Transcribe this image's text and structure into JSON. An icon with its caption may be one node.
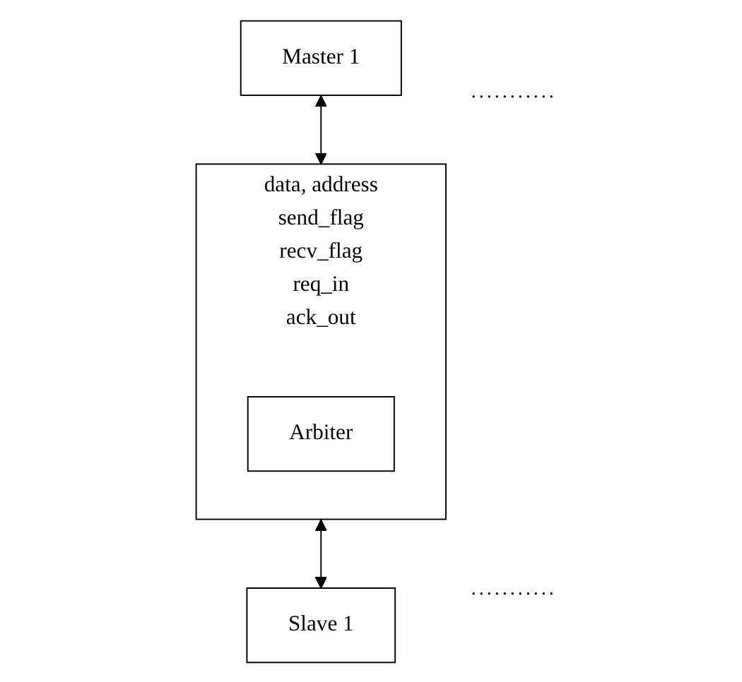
{
  "diagram": {
    "nodes": [
      {
        "text": [
          "Master 1"
        ]
      },
      {
        "text": [
          "data, address",
          "send_flag",
          "recv_flag",
          "req_in",
          "ack_out"
        ]
      },
      {
        "text": [
          "Arbiter"
        ],
        "in": 1
      },
      {
        "text": [
          "Slave 1"
        ]
      }
    ],
    "edges": [
      {
        "from": 0,
        "to": 1,
        "arrow": "both"
      },
      {
        "from": 1,
        "to": 3,
        "arrow": "both"
      }
    ],
    "labels": [
      "...........",
      "..........."
    ]
  }
}
